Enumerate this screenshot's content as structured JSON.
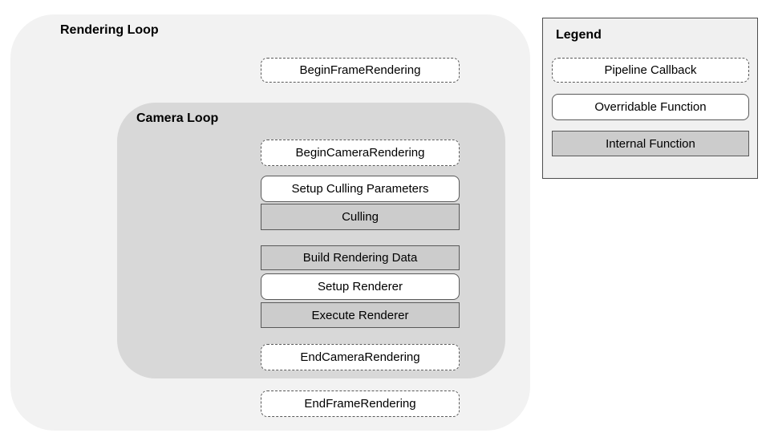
{
  "rendering_loop": {
    "title": "Rendering Loop",
    "begin_frame": {
      "label": "BeginFrameRendering",
      "type": "Pipeline Callback"
    },
    "camera_loop": {
      "title": "Camera Loop",
      "steps": [
        {
          "label": "BeginCameraRendering",
          "type": "Pipeline Callback"
        },
        {
          "label": "Setup Culling Parameters",
          "type": "Overridable Function"
        },
        {
          "label": "Culling",
          "type": "Internal Function"
        },
        {
          "label": "Build Rendering Data",
          "type": "Internal Function"
        },
        {
          "label": "Setup Renderer",
          "type": "Overridable Function"
        },
        {
          "label": "Execute Renderer",
          "type": "Internal Function"
        },
        {
          "label": "EndCameraRendering",
          "type": "Pipeline Callback"
        }
      ]
    },
    "end_frame": {
      "label": "EndFrameRendering",
      "type": "Pipeline Callback"
    }
  },
  "legend": {
    "title": "Legend",
    "items": [
      {
        "label": "Pipeline Callback",
        "style": "callback"
      },
      {
        "label": "Overridable Function",
        "style": "overridable"
      },
      {
        "label": "Internal Function",
        "style": "internal"
      }
    ]
  },
  "colors": {
    "rendering_loop_bg": "#f2f2f2",
    "camera_loop_bg": "#d8d8d8",
    "internal_box_bg": "#cccccc",
    "white_box_bg": "#ffffff",
    "box_border": "#595959",
    "legend_bg": "#f0f0f0",
    "legend_border": "#4d4d4d",
    "text": "#000000"
  }
}
